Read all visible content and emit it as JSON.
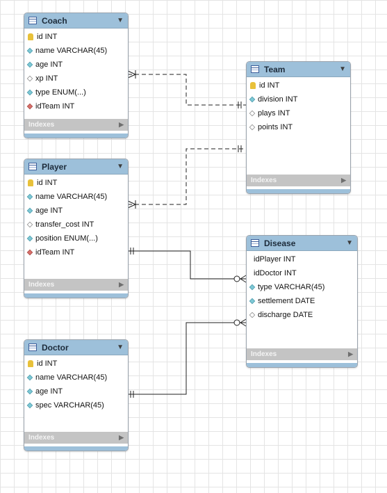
{
  "tables": [
    {
      "name": "Coach",
      "columns": [
        {
          "icon": "key-icon",
          "label": "id INT"
        },
        {
          "icon": "diamond-filled-icon",
          "label": "name VARCHAR(45)"
        },
        {
          "icon": "diamond-filled-icon",
          "label": "age INT"
        },
        {
          "icon": "diamond-empty-icon",
          "label": "xp INT"
        },
        {
          "icon": "diamond-filled-icon",
          "label": "type ENUM(...)"
        },
        {
          "icon": "diamond-red-icon",
          "label": "idTeam INT"
        }
      ],
      "indexes": "Indexes"
    },
    {
      "name": "Team",
      "columns": [
        {
          "icon": "key-icon",
          "label": "id INT"
        },
        {
          "icon": "diamond-filled-icon",
          "label": "division INT"
        },
        {
          "icon": "diamond-empty-icon",
          "label": "plays INT"
        },
        {
          "icon": "diamond-empty-icon",
          "label": "points INT"
        }
      ],
      "indexes": "Indexes"
    },
    {
      "name": "Player",
      "columns": [
        {
          "icon": "key-icon",
          "label": "id INT"
        },
        {
          "icon": "diamond-filled-icon",
          "label": "name VARCHAR(45)"
        },
        {
          "icon": "diamond-filled-icon",
          "label": "age INT"
        },
        {
          "icon": "diamond-empty-icon",
          "label": "transfer_cost INT"
        },
        {
          "icon": "diamond-filled-icon",
          "label": "position ENUM(...)"
        },
        {
          "icon": "diamond-red-icon",
          "label": "idTeam INT"
        }
      ],
      "indexes": "Indexes"
    },
    {
      "name": "Disease",
      "columns": [
        {
          "icon": "none",
          "label": "idPlayer INT"
        },
        {
          "icon": "none",
          "label": "idDoctor INT"
        },
        {
          "icon": "diamond-filled-icon",
          "label": "type VARCHAR(45)"
        },
        {
          "icon": "diamond-filled-icon",
          "label": "settlement DATE"
        },
        {
          "icon": "diamond-empty-icon",
          "label": "discharge DATE"
        }
      ],
      "indexes": "Indexes"
    },
    {
      "name": "Doctor",
      "columns": [
        {
          "icon": "key-icon",
          "label": "id INT"
        },
        {
          "icon": "diamond-filled-icon",
          "label": "name VARCHAR(45)"
        },
        {
          "icon": "diamond-filled-icon",
          "label": "age INT"
        },
        {
          "icon": "diamond-filled-icon",
          "label": "spec VARCHAR(45)"
        }
      ],
      "indexes": "Indexes"
    }
  ],
  "relationships": [
    {
      "from": "Coach",
      "to": "Team",
      "style": "dashed"
    },
    {
      "from": "Player",
      "to": "Team",
      "style": "dashed"
    },
    {
      "from": "Player",
      "to": "Disease",
      "style": "solid"
    },
    {
      "from": "Doctor",
      "to": "Disease",
      "style": "solid"
    }
  ],
  "colors": {
    "header": "#9dc0da",
    "indexes_bar": "#c4c4c4",
    "line": "#1f1f1f"
  },
  "icons": {
    "table": "table-icon",
    "header_arrow": "dropdown-triangle-icon",
    "indexes_arrow": "expand-triangle-icon"
  }
}
